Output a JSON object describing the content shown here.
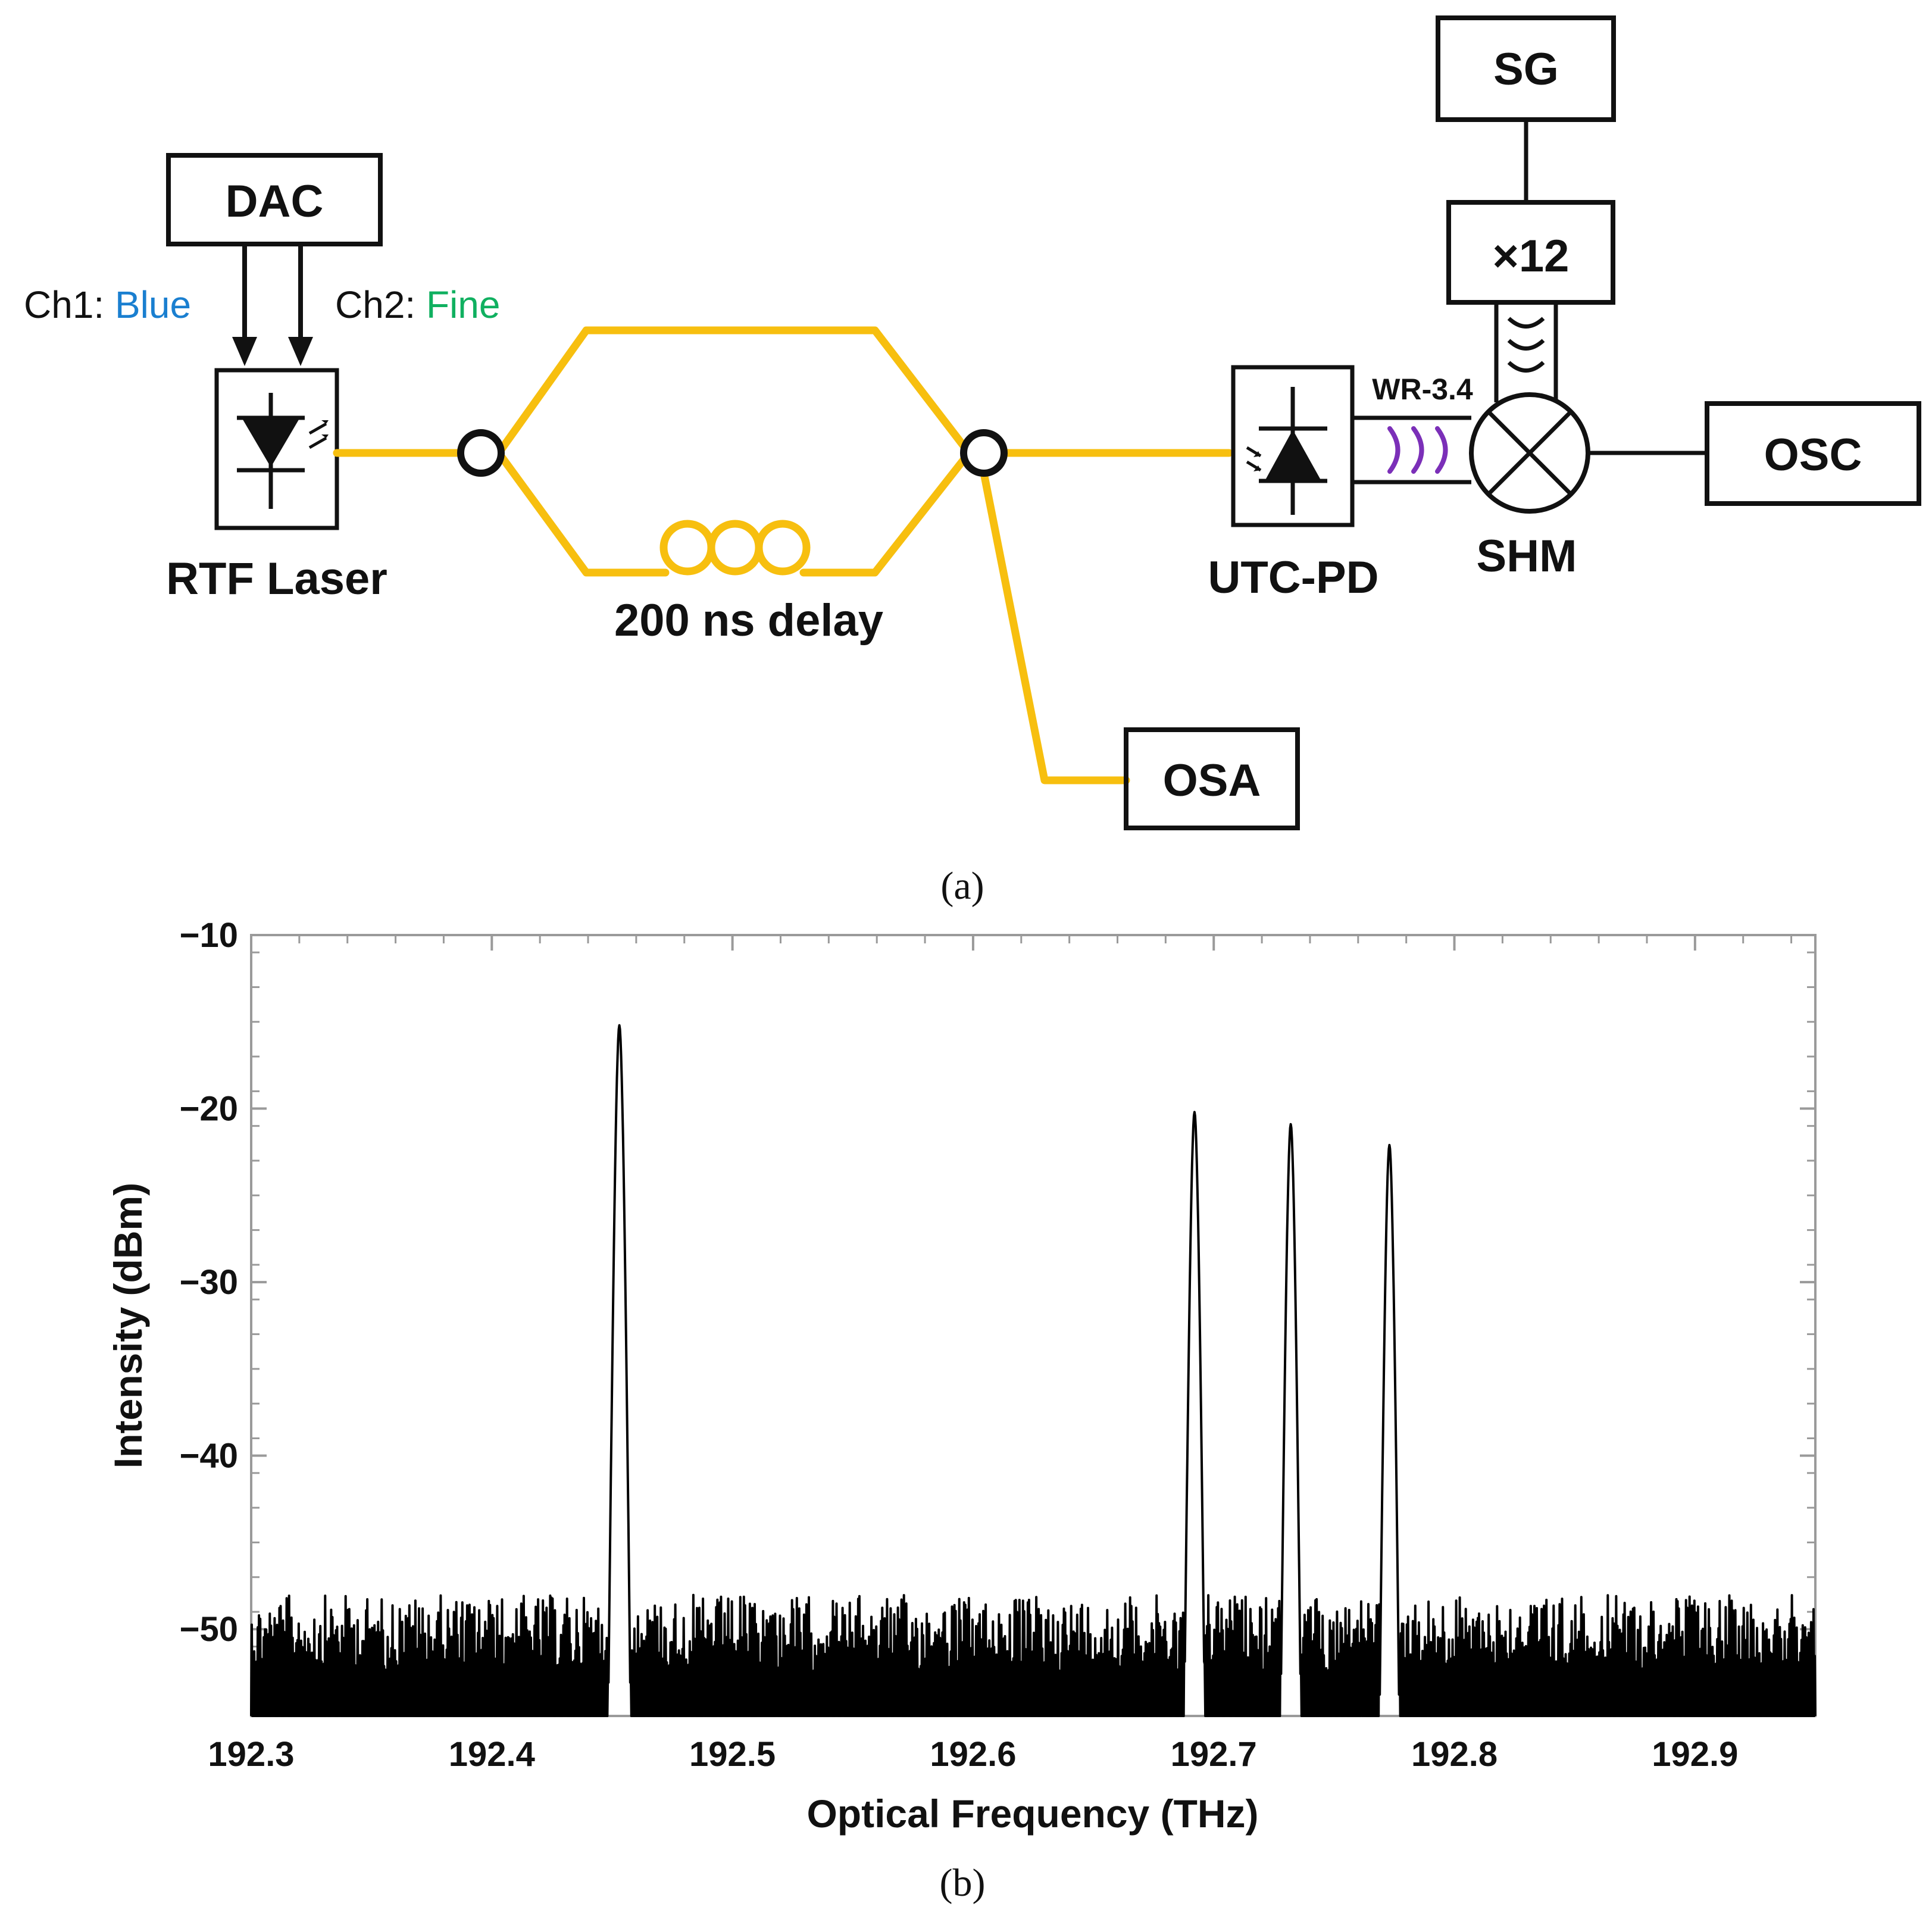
{
  "diagram": {
    "dac": "DAC",
    "ch1_prefix": "Ch1: ",
    "ch1_value": "Blue",
    "ch2_prefix": "Ch2: ",
    "ch2_value": "Fine",
    "laser": "RTF Laser",
    "delay": "200 ns delay",
    "osa": "OSA",
    "utcpd": "UTC-PD",
    "waveguide": "WR-3.4",
    "shm": "SHM",
    "sg": "SG",
    "multiplier": "×12",
    "osc": "OSC",
    "colors": {
      "fiber": "#f7bf0f",
      "blue": "#1a7fd0",
      "fine": "#10b060",
      "thz": "#7b2fb8"
    }
  },
  "caption_a": "(a)",
  "caption_b": "(b)",
  "chart_data": {
    "type": "line",
    "xlabel": "Optical Frequency (THz)",
    "ylabel": "Intensity (dBm)",
    "xlim": [
      192.3,
      192.95
    ],
    "ylim": [
      -55,
      -10
    ],
    "xticks": [
      "192.3",
      "192.4",
      "192.5",
      "192.6",
      "192.7",
      "192.8",
      "192.9"
    ],
    "yticks": [
      "−10",
      "−20",
      "−30",
      "−40",
      "−50"
    ],
    "noise_floor": [
      -55,
      -48
    ],
    "series": [
      {
        "peaks": [
          {
            "x": 192.453,
            "y": -15.2
          },
          {
            "x": 192.692,
            "y": -20.2
          },
          {
            "x": 192.732,
            "y": -20.9
          },
          {
            "x": 192.773,
            "y": -22.1
          }
        ]
      }
    ]
  }
}
